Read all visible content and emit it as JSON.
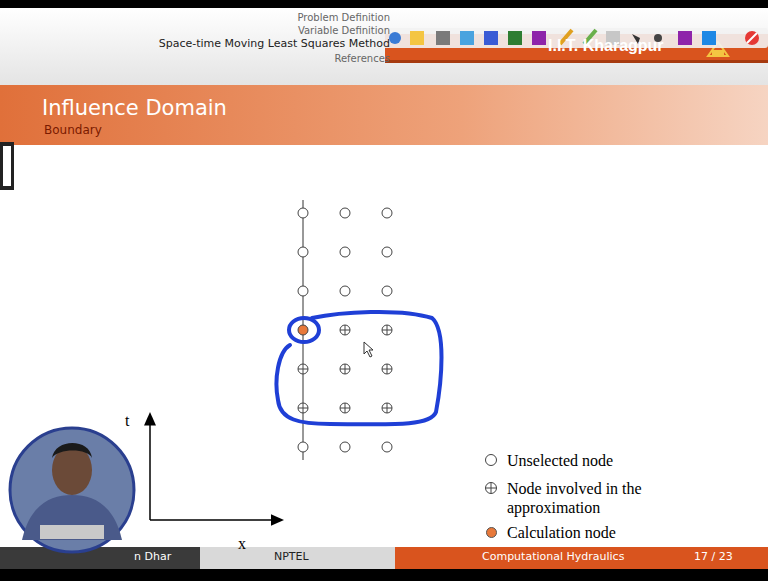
{
  "diagram": {
    "title": "Influence Domain",
    "labels": [
      "Problem Definition",
      "Variable Definition",
      "Space-time Moving Least Squares Method",
      "References",
      "I.I.T. Kharagpur",
      "Boundary",
      "t",
      "x",
      "n Dhar",
      "NPTEL",
      "Computational Hydraulics",
      "17 / 23"
    ],
    "legend": [
      {
        "text": "Unselected node"
      },
      {
        "text": "Node involved in the approximation"
      },
      {
        "text": "Calculation node",
        "color": "#e8793a"
      }
    ]
  }
}
